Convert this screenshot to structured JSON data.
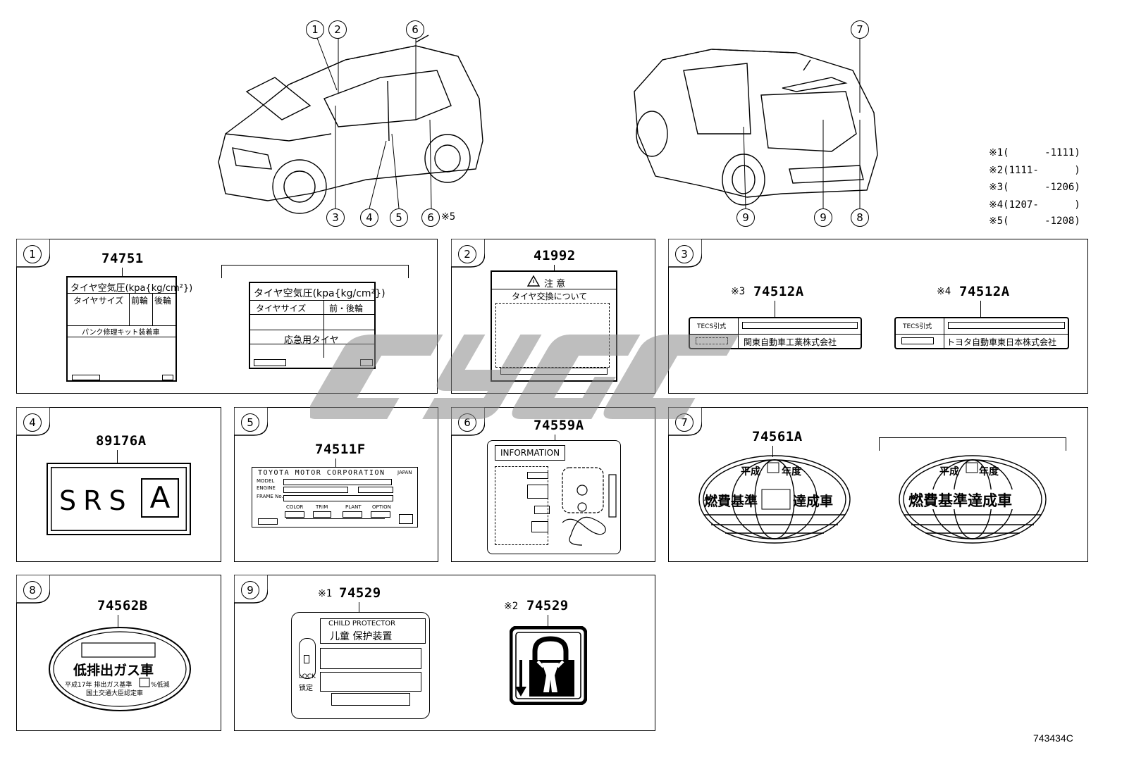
{
  "notes": [
    {
      "sym": "※1",
      "text": "(      -1111)"
    },
    {
      "sym": "※2",
      "text": "(1111-      )"
    },
    {
      "sym": "※3",
      "text": "(      -1206)"
    },
    {
      "sym": "※4",
      "text": "(1207-      )"
    },
    {
      "sym": "※5",
      "text": "(      -1208)"
    }
  ],
  "front_callouts": [
    "1",
    "2",
    "6",
    "3",
    "4",
    "5",
    "6"
  ],
  "front_note": "※5",
  "rear_callouts": [
    "7",
    "9",
    "9",
    "8"
  ],
  "panels": {
    "p1": {
      "num": "1",
      "part": "74751",
      "tire_title": "タイヤ空気圧(kpa{kg/cm²})",
      "size": "タイヤサイズ",
      "front": "前輪",
      "rear": "後輪",
      "kit": "パンク修理キット装着車",
      "tire_title_b": "タイヤ空気圧(kpa{kg/cm²})",
      "front_rear": "前・後輪",
      "spare": "応急用タイヤ"
    },
    "p2": {
      "num": "2",
      "part": "41992",
      "caution": "注 意",
      "exchange": "タイヤ交換について"
    },
    "p3": {
      "num": "3",
      "part_a": "74512A",
      "sym_a": "※3",
      "part_b": "74512A",
      "sym_b": "※4",
      "maker_a": "関東自動車工業株式会社",
      "maker_b": "トヨタ自動車東日本株式会社",
      "tecs": "TECS引式"
    },
    "p4": {
      "num": "4",
      "part": "89176A",
      "srs": "SRS",
      "a": "A"
    },
    "p5": {
      "num": "5",
      "part": "74511F",
      "corp": "TOYOTA MOTOR CORPORATION",
      "japan": "JAPAN",
      "model": "MODEL",
      "engine": "ENGINE",
      "frame": "FRAME No.",
      "color": "COLOR",
      "trim": "TRIM",
      "plant": "PLANT",
      "option": "OPTION"
    },
    "p6": {
      "num": "6",
      "part": "74559A",
      "info": "INFORMATION"
    },
    "p7": {
      "num": "7",
      "part": "74561A",
      "heisei": "平成",
      "nendo": "年度",
      "std_a": "燃費基準",
      "std_b": "達成車",
      "full": "燃費基準達成車"
    },
    "p8": {
      "num": "8",
      "part": "74562B",
      "low": "低排出ガス車",
      "line1": "平成17年 排出ガス基準",
      "pct": "%低減",
      "line2": "国土交通大臣認定車"
    },
    "p9": {
      "num": "9",
      "part_a": "74529",
      "sym_a": "※1",
      "part_b": "74529",
      "sym_b": "※2",
      "child_en": "CHILD PROTECTOR",
      "child_jp": "儿童 保护装置",
      "lock": "LOCK",
      "lock_jp": "锁定"
    }
  },
  "diagram_code": "743434C",
  "watermark": "cygc"
}
